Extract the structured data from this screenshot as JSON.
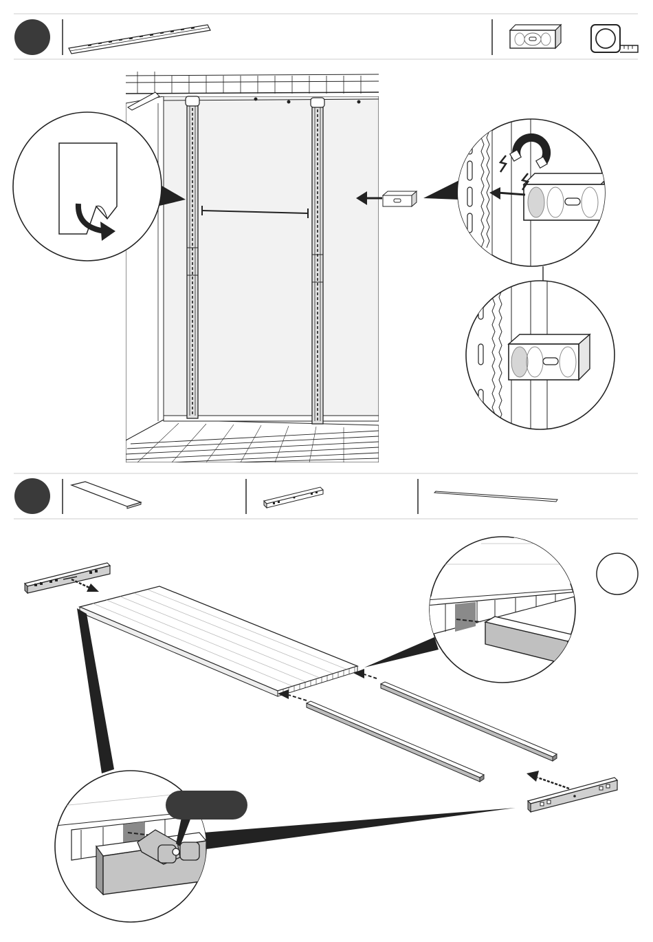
{
  "colors": {
    "ink": "#222222",
    "step_badge": "#3a3a3a",
    "wall_fill": "#f2f2f2",
    "part_fill": "#c8c8c8",
    "dark_part": "#8a8a8a",
    "divider": "#cccccc"
  },
  "step1": {
    "tools": [
      "spirit-level-icon",
      "tape-measure-icon"
    ],
    "parts": [
      "rail-part"
    ],
    "callouts": [
      "peel-film-icon",
      "magnet-icon",
      "spirit-level-icon"
    ]
  },
  "step2": {
    "parts": [
      "shelf-board-part",
      "shelf-bracket-part",
      "shelf-rod-part"
    ]
  }
}
